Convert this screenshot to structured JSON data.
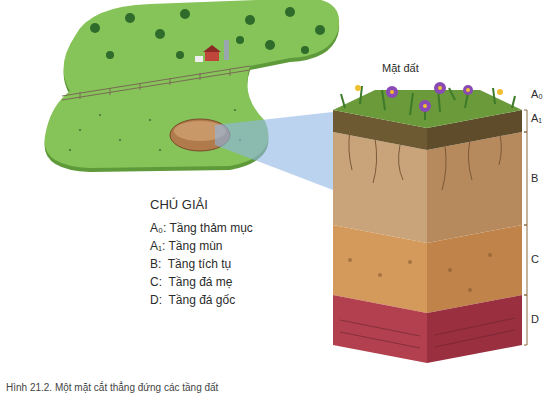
{
  "diagram": {
    "caption": "Hình 21.2. Một mặt cắt thẳng đứng các tầng đất",
    "labels": [
      "Mặt đất",
      "A₀",
      "A₁",
      "B",
      "C",
      "D",
      "CHÚ GIẢI"
    ],
    "legend": [
      {
        "text": "A₀: Tầng thảm mục"
      },
      {
        "text": "A₁: Tầng mùn"
      },
      {
        "text": "B:  Tầng tích tụ"
      },
      {
        "text": "C:  Tầng đá mẹ"
      },
      {
        "text": "D:  Tầng đá gốc"
      }
    ]
  }
}
